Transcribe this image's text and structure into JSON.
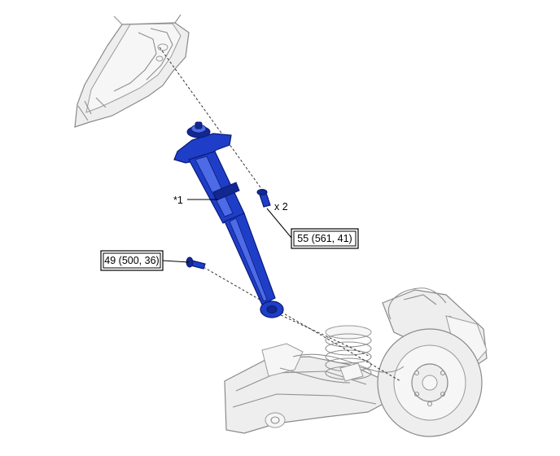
{
  "labels": {
    "part_number": "*1",
    "quantity": "x 2",
    "torque_upper": "55 (561, 41)",
    "torque_lower": "49 (500, 36)"
  },
  "colors": {
    "part_highlight": "#1f3ec8",
    "context_parts": "#eeeeee",
    "linework": "#000000"
  }
}
